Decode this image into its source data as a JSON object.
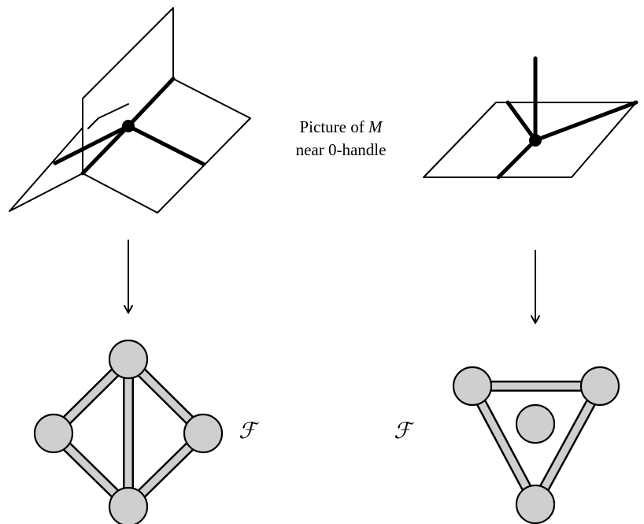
{
  "caption": {
    "line1_prefix": "Picture of ",
    "line1_var": "M",
    "line2": "near 0-handle"
  },
  "labels": {
    "left_foam": "ℱ",
    "right_foam": "ℱ"
  },
  "colors": {
    "stroke": "#000000",
    "disk_fill": "#cfcfcf",
    "background": "#ffffff"
  }
}
